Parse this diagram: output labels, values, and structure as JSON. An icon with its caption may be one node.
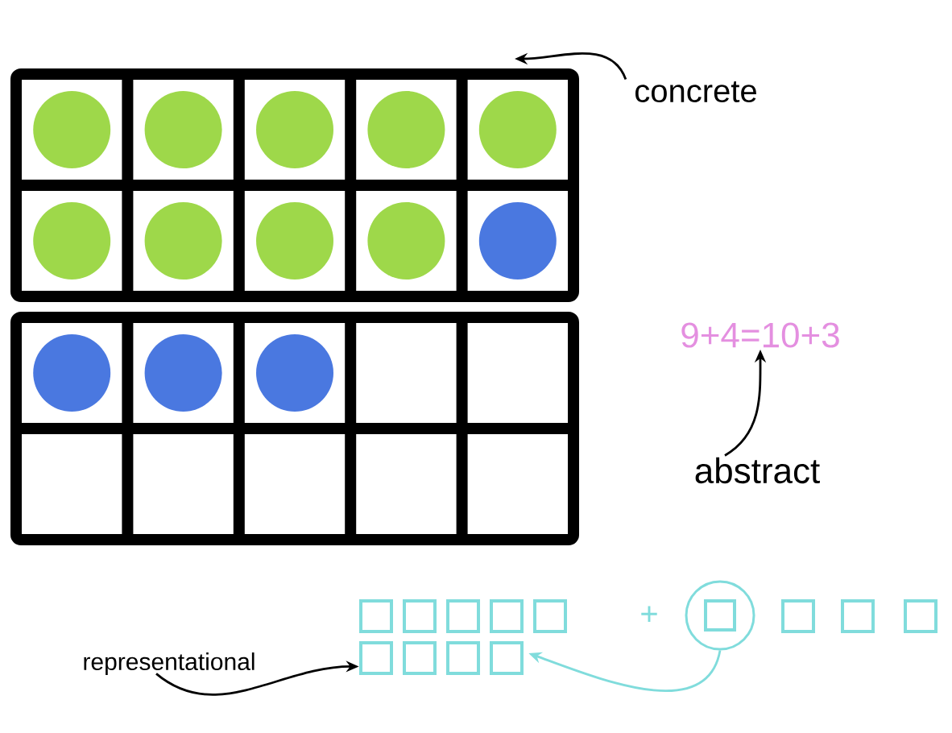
{
  "diagram": {
    "nodes": [
      {
        "text": [
          "concrete"
        ]
      },
      {
        "text": [],
        "shape": "box"
      },
      {
        "text": [],
        "shape": "box"
      },
      {
        "text": [
          "abstract"
        ]
      },
      {
        "text": [
          "9+4=10+3"
        ]
      },
      {
        "text": [
          "representational"
        ]
      },
      {
        "text": [],
        "shape": "box"
      },
      {
        "text": [],
        "shape": "circle"
      },
      {
        "text": [],
        "shape": "box"
      },
      {
        "text": [],
        "shape": "box"
      }
    ],
    "edges": [
      {
        "from": 0,
        "to": 1,
        "arrow": "to"
      },
      {
        "from": 3,
        "to": 4,
        "arrow": "to"
      },
      {
        "from": 5,
        "to": 6,
        "arrow": "to"
      },
      {
        "from": 7,
        "to": 6,
        "arrow": "to",
        "color": "#80dcdc"
      }
    ],
    "labels": [
      "+"
    ]
  }
}
